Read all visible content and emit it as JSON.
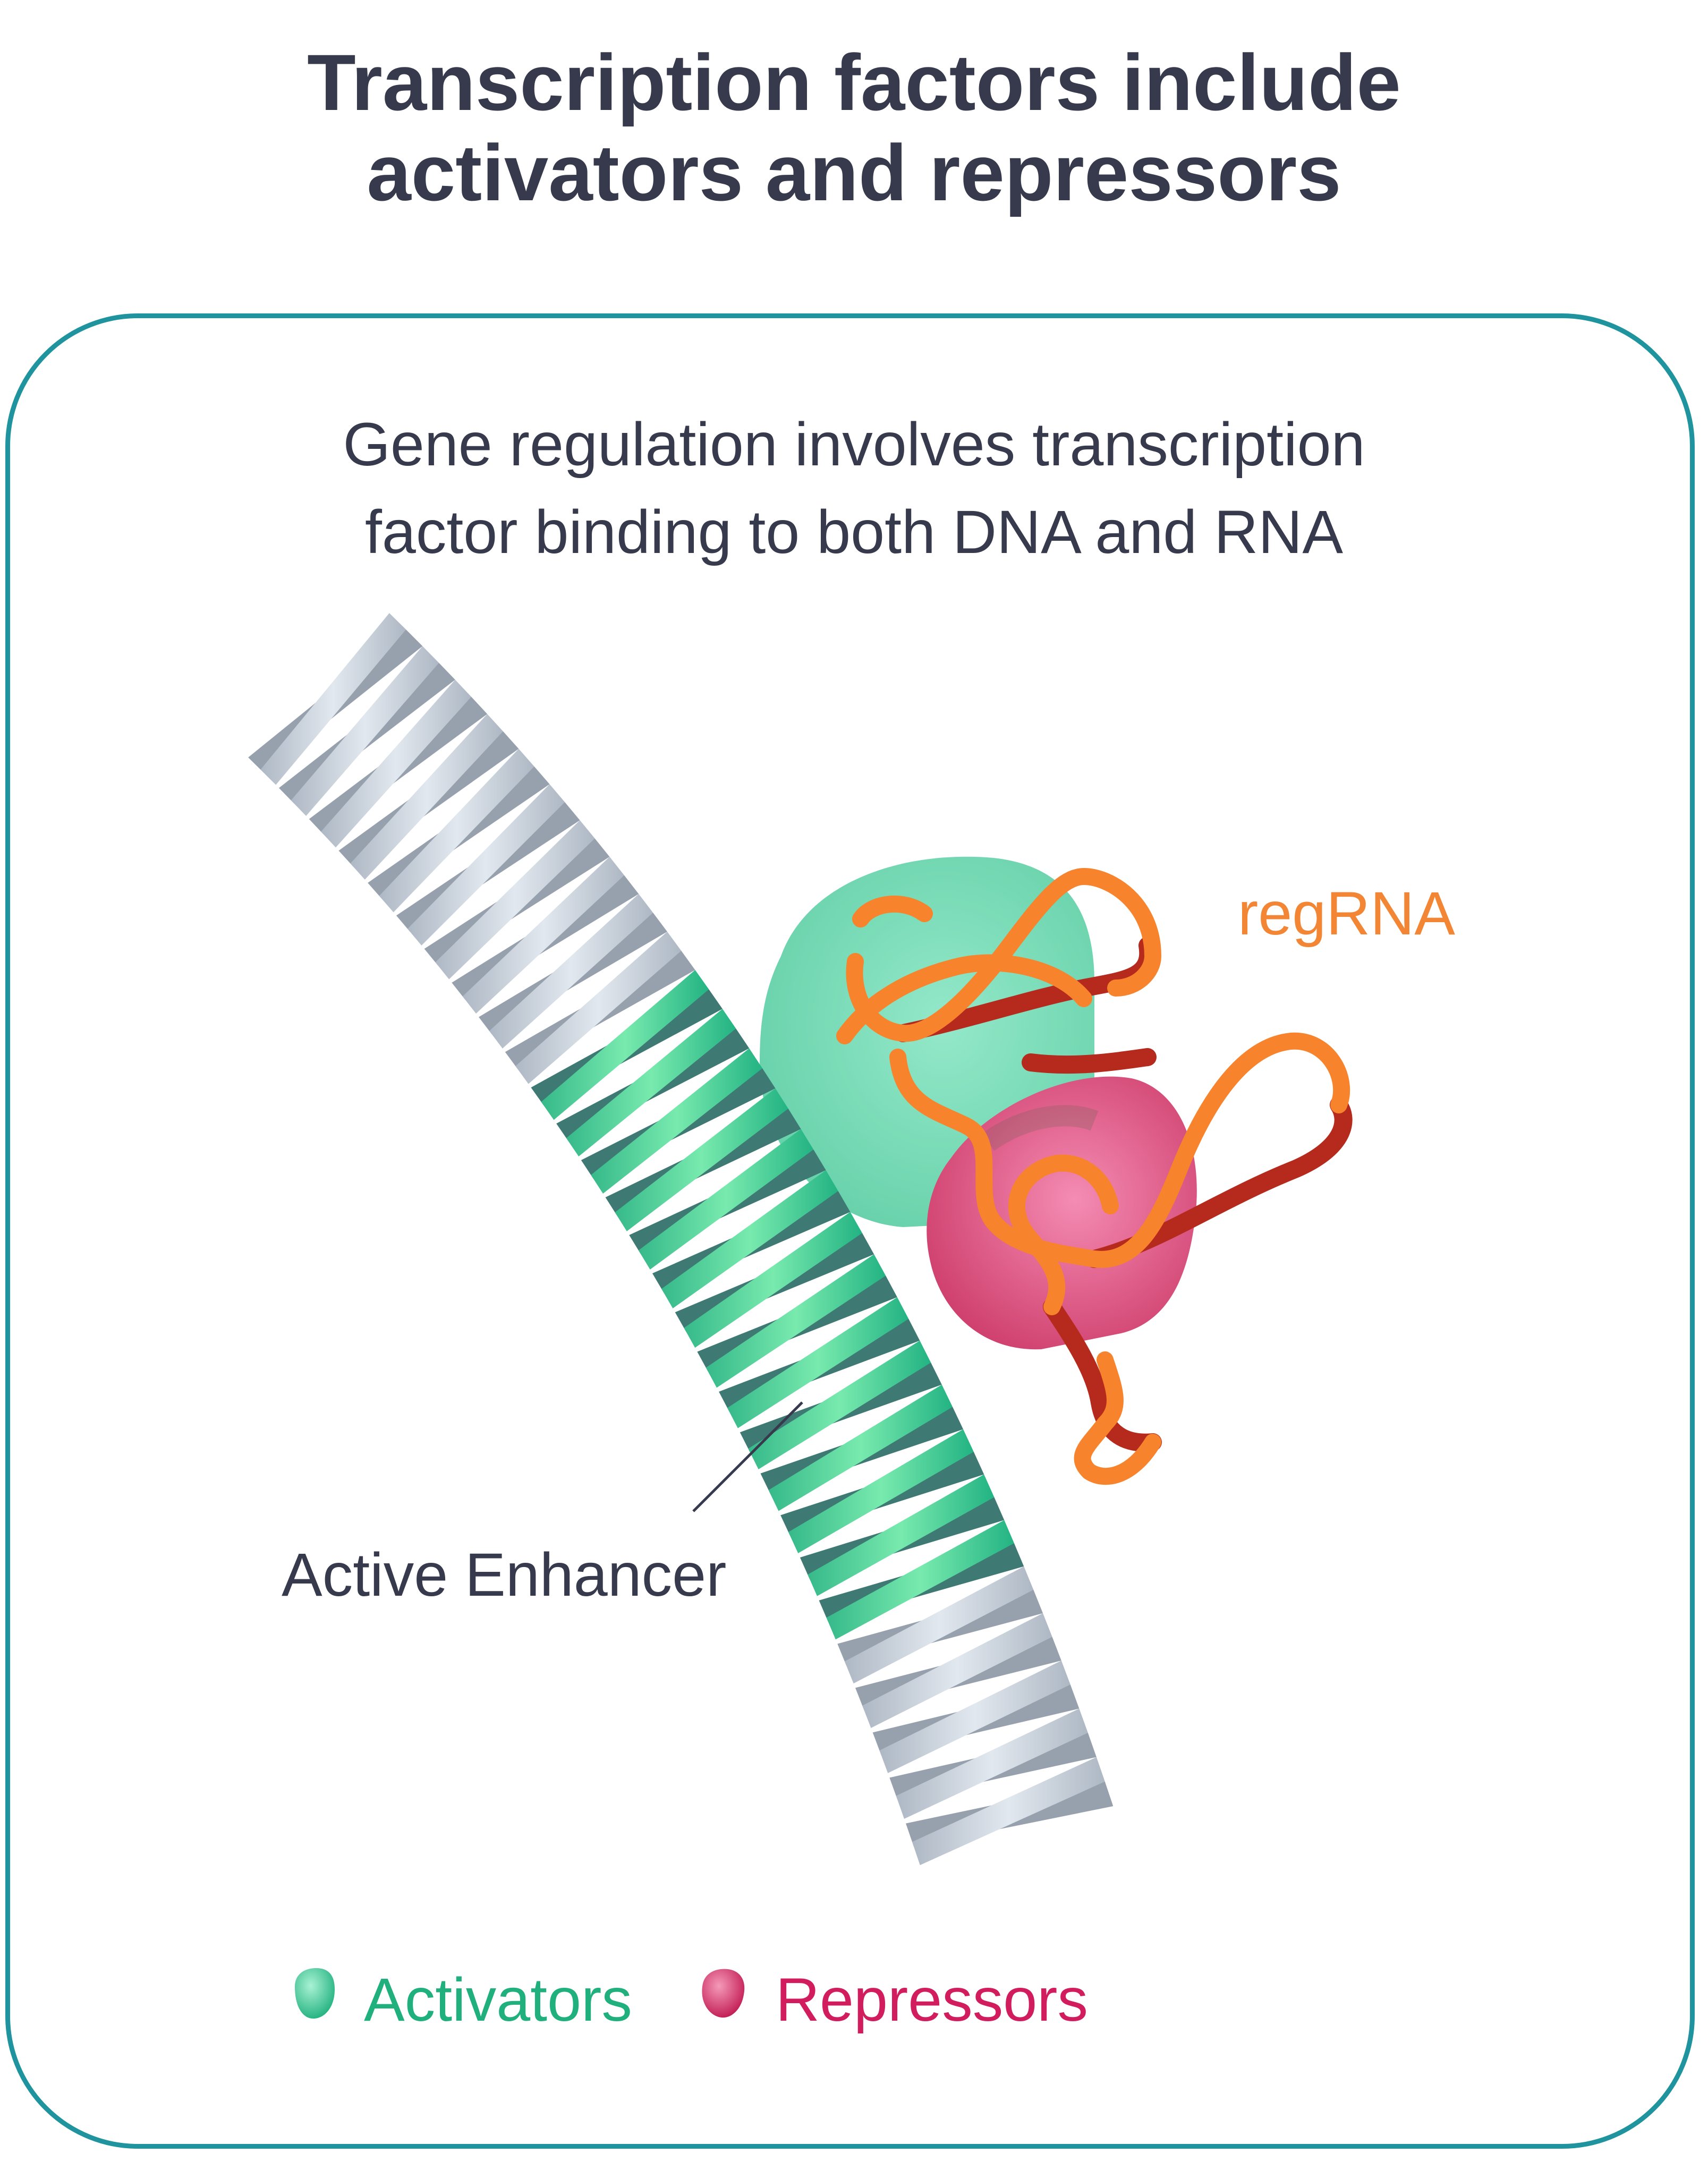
{
  "title": {
    "line1": "Transcription factors include",
    "line2": "activators and repressors"
  },
  "subtitle": {
    "line1": "Gene regulation involves transcription",
    "line2": "factor binding to both DNA and RNA"
  },
  "labels": {
    "enhancer": "Active Enhancer",
    "rna": "regRNA"
  },
  "legend": [
    {
      "label": "Activators",
      "color": "#1fb07d"
    },
    {
      "label": "Repressors",
      "color": "#d11c5e"
    }
  ],
  "colors": {
    "border": "#20949e",
    "text": "#363a4c",
    "dna_gray": "#c3cbd6",
    "dna_gray_dark": "#97a1ad",
    "enhancer_green": "#3cc28f",
    "enhancer_dark": "#3e7a73",
    "activator": "#5ccfa4",
    "repressor": "#d6437a",
    "rna_light": "#f7832c",
    "rna_dark": "#b52a1c"
  }
}
